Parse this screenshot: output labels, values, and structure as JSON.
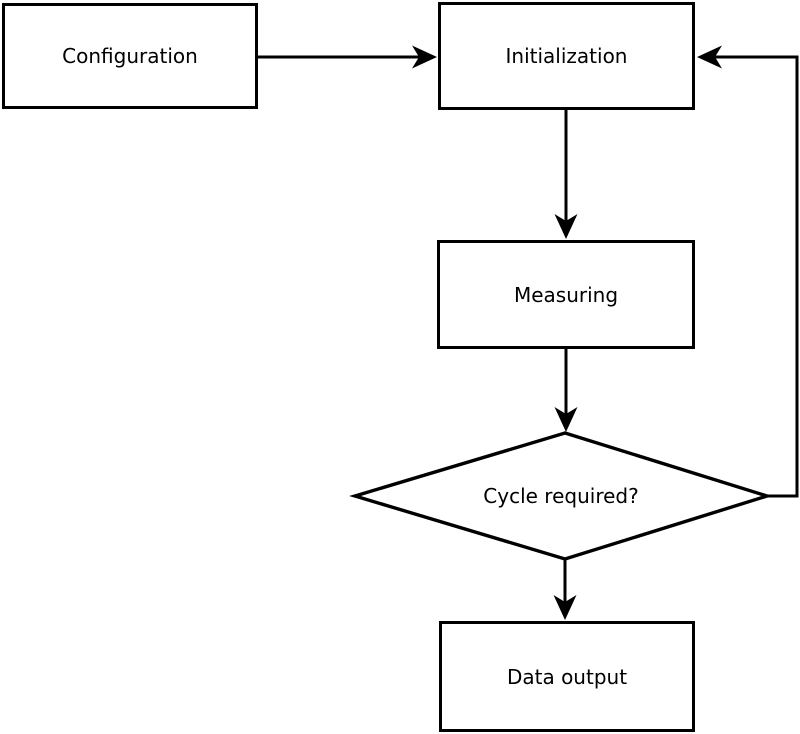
{
  "diagram": {
    "type": "flowchart",
    "background_color": "#ffffff",
    "stroke_color": "#000000",
    "node_fill_color": "#ffffff",
    "nodes": {
      "configuration": {
        "label": "Configuration",
        "shape": "rectangle"
      },
      "initialization": {
        "label": "Initialization",
        "shape": "rectangle"
      },
      "measuring": {
        "label": "Measuring",
        "shape": "rectangle"
      },
      "cycle_required": {
        "label": "Cycle required?",
        "shape": "diamond"
      },
      "data_output": {
        "label": "Data output",
        "shape": "rectangle"
      }
    },
    "edges": [
      {
        "from": "configuration",
        "to": "initialization",
        "direction": "right"
      },
      {
        "from": "initialization",
        "to": "measuring",
        "direction": "down"
      },
      {
        "from": "measuring",
        "to": "cycle_required",
        "direction": "down"
      },
      {
        "from": "cycle_required",
        "to": "data_output",
        "direction": "down"
      },
      {
        "from": "cycle_required",
        "to": "initialization",
        "direction": "right-up-left-loop"
      }
    ]
  }
}
